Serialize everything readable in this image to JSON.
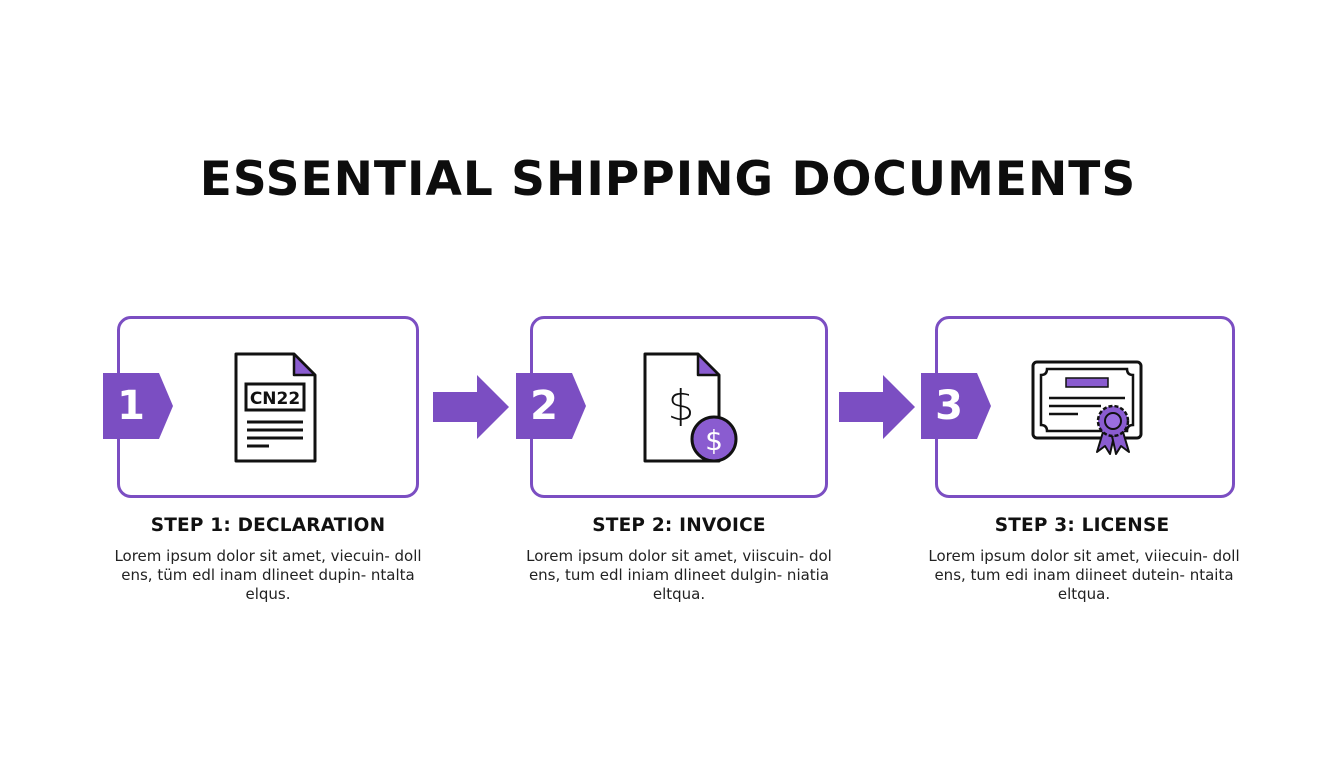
{
  "page": {
    "title": "ESSENTIAL SHIPPING DOCUMENTS"
  },
  "colors": {
    "accent": "#7b4ec2",
    "text": "#111111",
    "background": "#ffffff"
  },
  "steps": [
    {
      "number": "1",
      "title": "STEP 1: DECLARATION",
      "icon": "customs-declaration-document-icon",
      "icon_label": "CN22",
      "description": "Lorem ipsum dolor sit amet, viecuin- doll ens, tüm edl inam dlineet dupin- ntalta elqus."
    },
    {
      "number": "2",
      "title": "STEP 2: INVOICE",
      "icon": "invoice-dollar-document-icon",
      "icon_label": "$",
      "description": "Lorem ipsum dolor sit amet, viiscuin- dol ens, tum edl iniam dlineet dulgin- niatia eltqua."
    },
    {
      "number": "3",
      "title": "STEP 3: LICENSE",
      "icon": "certificate-ribbon-icon",
      "icon_label": "",
      "description": "Lorem ipsum dolor sit amet, viiecuin- doll ens, tum edi inam diineet dutein- ntaita eltqua."
    }
  ],
  "connectors": [
    {
      "from": "1",
      "to": "2",
      "icon": "right-arrow-icon"
    },
    {
      "from": "2",
      "to": "3",
      "icon": "right-arrow-icon"
    }
  ]
}
